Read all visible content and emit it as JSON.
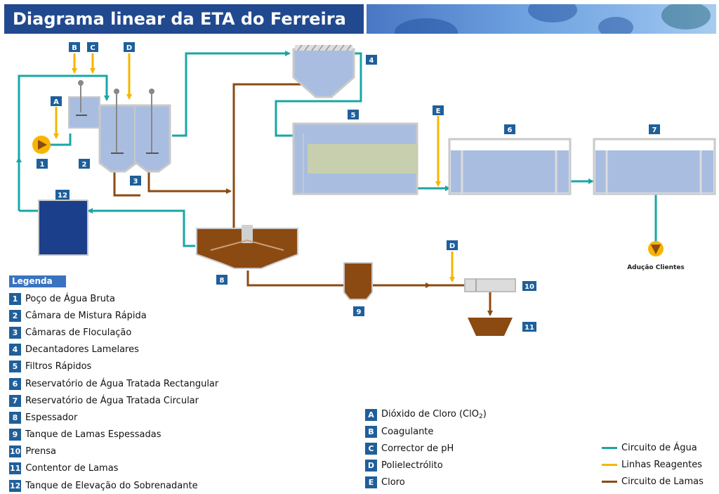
{
  "title": "Diagrama linear da ETA do Ferreira",
  "colors": {
    "title_bg": "#21498f",
    "water_circuit": "#1aa6a6",
    "reagent_lines": "#f7b500",
    "sludge_circuit": "#8b4a12",
    "tank_fill": "#a9bde0",
    "tag_bg": "#1f5f9a",
    "dark_tank": "#1b3f8a"
  },
  "diagram": {
    "numbers": [
      "1",
      "2",
      "3",
      "4",
      "5",
      "6",
      "7",
      "8",
      "9",
      "10",
      "11",
      "12"
    ],
    "reagent_letters": [
      "A",
      "B",
      "C",
      "D",
      "E"
    ],
    "output_label": "Adução Clientes"
  },
  "legend": {
    "title": "Legenda",
    "items": [
      {
        "num": "1",
        "label": "Poço de Água Bruta"
      },
      {
        "num": "2",
        "label": "Câmara de Mistura Rápida"
      },
      {
        "num": "3",
        "label": "Câmaras de Floculação"
      },
      {
        "num": "4",
        "label": "Decantadores Lamelares"
      },
      {
        "num": "5",
        "label": "Filtros Rápidos"
      },
      {
        "num": "6",
        "label": "Reservatório de Água Tratada Rectangular"
      },
      {
        "num": "7",
        "label": "Reservatório de Água Tratada Circular"
      },
      {
        "num": "8",
        "label": "Espessador"
      },
      {
        "num": "9",
        "label": "Tanque de Lamas Espessadas"
      },
      {
        "num": "10",
        "label": "Prensa"
      },
      {
        "num": "11",
        "label": "Contentor de Lamas"
      },
      {
        "num": "12",
        "label": "Tanque de Elevação do Sobrenadante"
      }
    ],
    "reagents": [
      {
        "letter": "A",
        "label_main": "Dióxido de Cloro (ClO",
        "label_sub": "2",
        "label_end": ")"
      },
      {
        "letter": "B",
        "label_main": "Coagulante",
        "label_sub": "",
        "label_end": ""
      },
      {
        "letter": "C",
        "label_main": "Corrector de pH",
        "label_sub": "",
        "label_end": ""
      },
      {
        "letter": "D",
        "label_main": "Polielectrólito",
        "label_sub": "",
        "label_end": ""
      },
      {
        "letter": "E",
        "label_main": "Cloro",
        "label_sub": "",
        "label_end": ""
      }
    ],
    "lines": [
      {
        "label": "Circuito de Água",
        "color": "#1aa6a6"
      },
      {
        "label": "Linhas Reagentes",
        "color": "#f7b500"
      },
      {
        "label": "Circuito de Lamas",
        "color": "#8b4a12"
      }
    ]
  }
}
